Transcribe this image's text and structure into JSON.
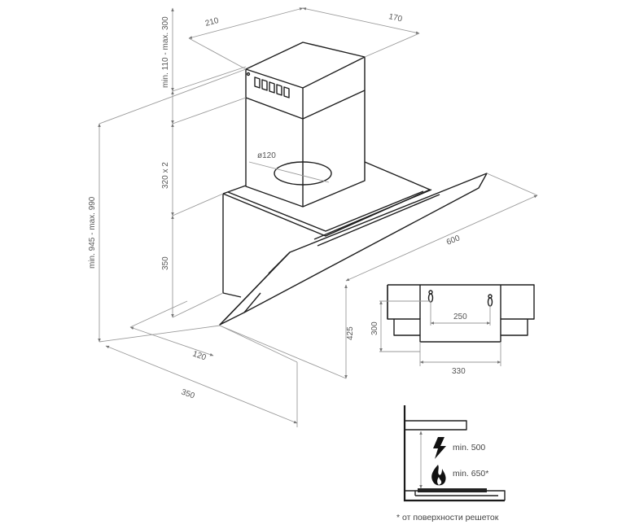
{
  "dimensions": {
    "width_210": "210",
    "depth_170": "170",
    "chimney_range": "min. 110 - max. 300",
    "chimney_sections": "320 x 2",
    "total_height": "min. 945 - max. 990",
    "body_height": "350",
    "duct": "ø120",
    "width_600": "600",
    "height_425": "425",
    "inset_120": "120",
    "depth_350": "350"
  },
  "mounting": {
    "height": "300",
    "hole_spacing": "250",
    "width": "330"
  },
  "installation": {
    "electric_min": "min. 500",
    "gas_min": "min. 650*",
    "footnote": "* от поверхности решеток"
  },
  "colors": {
    "line": "#1e1e1e",
    "dimension_line": "#9a9a9a",
    "label": "#555555"
  },
  "icons": [
    "lightning-icon",
    "flame-icon"
  ]
}
